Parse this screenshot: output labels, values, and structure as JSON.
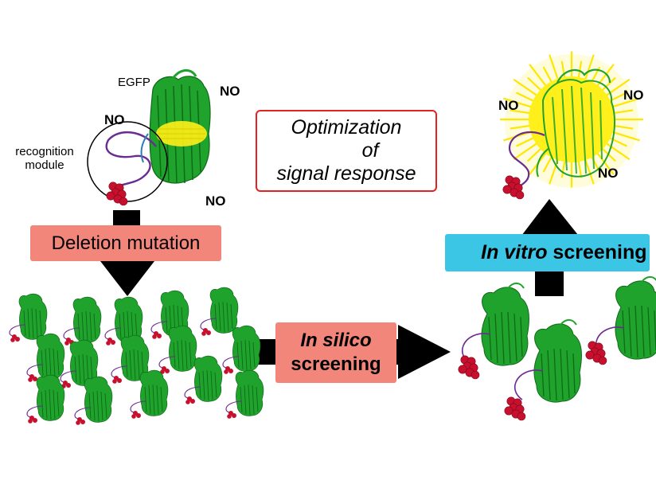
{
  "labels": {
    "egfp": "EGFP",
    "no": "NO",
    "recognition_line1": "recognition",
    "recognition_line2": "module"
  },
  "optimization": {
    "line1": "Optimization",
    "line2": "of",
    "line3": "signal response"
  },
  "steps": {
    "deletion": "Deletion mutation",
    "in_silico_italic": "In silico",
    "in_silico_rest": "screening",
    "in_vitro_italic": "In vitro",
    "in_vitro_rest": " screening"
  },
  "colors": {
    "protein_green": "#1fa32c",
    "chromophore_red": "#c8102e",
    "loop_purple": "#6a2c91",
    "arrow_black": "#000000",
    "salmon_box": "#f2867b",
    "cyan_box": "#3cc6e6",
    "glow_yellow": "#ffef1a",
    "frame_red": "#e32222"
  },
  "icons": [
    "egfp-protein-icon",
    "fluorescence-glow-icon",
    "recognition-module-circle",
    "arrow"
  ]
}
